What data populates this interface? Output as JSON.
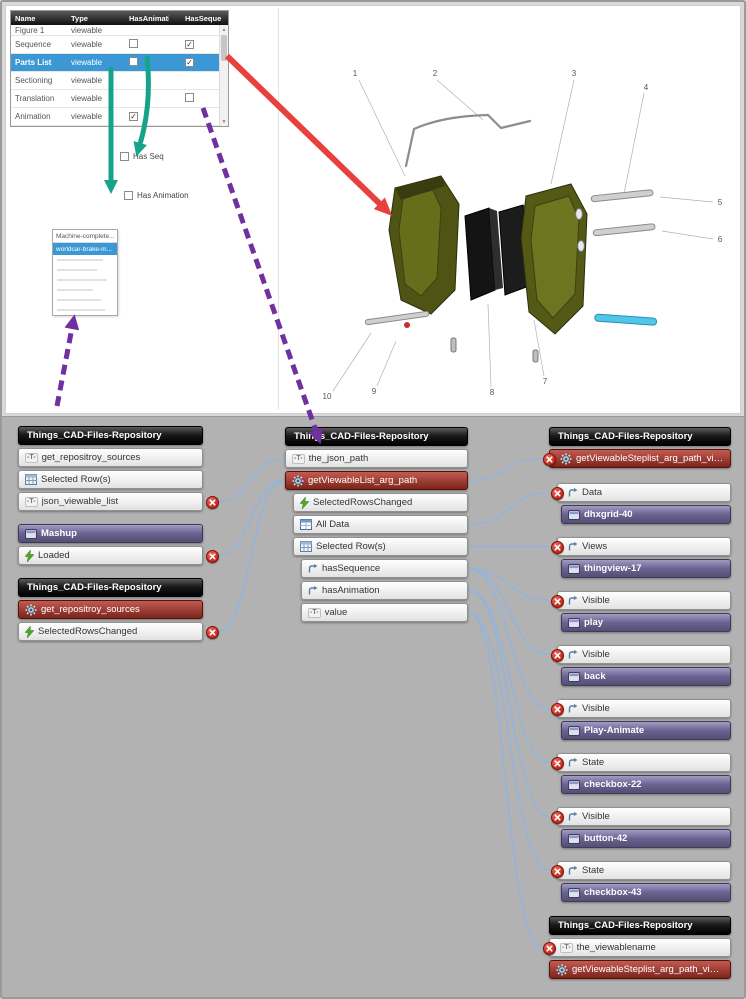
{
  "table": {
    "columns": [
      "Name",
      "Type",
      "HasAnimation",
      "HasSequence"
    ],
    "rows": [
      {
        "name": "Figure 1",
        "type": "viewable",
        "hasAnimation": "none",
        "hasSequence": "none",
        "selected": false,
        "clipped": true
      },
      {
        "name": "Sequence",
        "type": "viewable",
        "hasAnimation": "unchecked",
        "hasSequence": "checked",
        "selected": false
      },
      {
        "name": "Parts List",
        "type": "viewable",
        "hasAnimation": "unchecked",
        "hasSequence": "checked",
        "selected": true
      },
      {
        "name": "Sectioning",
        "type": "viewable",
        "hasAnimation": "none",
        "hasSequence": "none",
        "selected": false
      },
      {
        "name": "Translation",
        "type": "viewable",
        "hasAnimation": "none",
        "hasSequence": "unchecked",
        "selected": false
      },
      {
        "name": "Animation",
        "type": "viewable",
        "hasAnimation": "checked",
        "hasSequence": "none",
        "selected": false
      }
    ]
  },
  "checkboxes": [
    {
      "label": "Has Seq",
      "checked": false
    },
    {
      "label": "Has Animation",
      "checked": false
    }
  ],
  "picker": {
    "header": "Machine-complete...",
    "selected_item": "worldcar-brake-m...",
    "ghost_rows": 6
  },
  "cad": {
    "callouts": [
      "1",
      "2",
      "3",
      "4",
      "5",
      "6",
      "7",
      "8",
      "9",
      "10"
    ]
  },
  "colors": {
    "selection_blue": "#3b98d5",
    "arrow_red": "#e8403c",
    "arrow_teal": "#16a38a",
    "arrow_purple": "#7030a0",
    "wire_blue": "#8ab4e8",
    "service_red": "#8a2e26",
    "widget_purple": "#6b6292"
  },
  "bindings": {
    "left": [
      {
        "kind": "header",
        "style": "header",
        "label": "Things_CAD-Files-Repository",
        "key": "L0"
      },
      {
        "kind": "item",
        "style": "white",
        "icon": "text",
        "label": "get_repositroy_sources",
        "key": "L1"
      },
      {
        "kind": "item",
        "style": "white",
        "icon": "grid",
        "label": "Selected Row(s)",
        "key": "L2"
      },
      {
        "kind": "item",
        "style": "white",
        "icon": "text",
        "label": "json_viewable_list",
        "xRight": true,
        "key": "L3"
      },
      {
        "kind": "gap",
        "h": 10
      },
      {
        "kind": "item",
        "style": "purple",
        "icon": "widget",
        "label": "Mashup",
        "key": "L4"
      },
      {
        "kind": "item",
        "style": "white",
        "icon": "lightning",
        "label": "Loaded",
        "xRight": true,
        "key": "L5"
      },
      {
        "kind": "gap",
        "h": 10
      },
      {
        "kind": "header",
        "style": "header",
        "label": "Things_CAD-Files-Repository",
        "key": "L6"
      },
      {
        "kind": "item",
        "style": "red",
        "icon": "gear",
        "label": "get_repositroy_sources",
        "key": "L7"
      },
      {
        "kind": "item",
        "style": "white",
        "icon": "lightning",
        "label": "SelectedRowsChanged",
        "xRight": true,
        "key": "L8"
      }
    ],
    "middle": [
      {
        "kind": "header",
        "style": "header",
        "label": "Things_CAD-Files-Repository",
        "key": "M0"
      },
      {
        "kind": "item",
        "style": "white",
        "icon": "text",
        "label": "the_json_path",
        "key": "M1"
      },
      {
        "kind": "item",
        "style": "red",
        "icon": "gear",
        "label": "getViewableList_arg_path",
        "key": "M2"
      },
      {
        "kind": "item",
        "style": "white",
        "icon": "lightning",
        "label": "SelectedRowsChanged",
        "indent": 8,
        "key": "M3"
      },
      {
        "kind": "item",
        "style": "white",
        "icon": "alldata",
        "label": "All Data",
        "indent": 8,
        "key": "M4"
      },
      {
        "kind": "item",
        "style": "white",
        "icon": "grid",
        "label": "Selected Row(s)",
        "indent": 8,
        "key": "M5"
      },
      {
        "kind": "item",
        "style": "white",
        "icon": "prop",
        "label": "hasSequence",
        "indent": 16,
        "key": "M6"
      },
      {
        "kind": "item",
        "style": "white",
        "icon": "prop",
        "label": "hasAnimation",
        "indent": 16,
        "key": "M7"
      },
      {
        "kind": "item",
        "style": "white",
        "icon": "text",
        "label": "value",
        "indent": 16,
        "key": "M8"
      }
    ],
    "right": [
      {
        "kind": "header",
        "style": "header",
        "label": "Things_CAD-Files-Repository",
        "key": "R0"
      },
      {
        "kind": "item",
        "style": "red",
        "icon": "gear",
        "label": "getViewableSteplist_arg_path_viewa...",
        "xLeft": true,
        "key": "R1"
      },
      {
        "kind": "gap",
        "h": 12
      },
      {
        "kind": "item",
        "style": "white",
        "icon": "prop",
        "label": "Data",
        "xLeft": true,
        "indent": 8,
        "key": "R2"
      },
      {
        "kind": "item",
        "style": "purple",
        "icon": "widget",
        "label": "dhxgrid-40",
        "indent": 12,
        "key": "R3"
      },
      {
        "kind": "gap",
        "h": 10
      },
      {
        "kind": "item",
        "style": "white",
        "icon": "prop",
        "label": "Views",
        "xLeft": true,
        "indent": 8,
        "key": "R4"
      },
      {
        "kind": "item",
        "style": "purple",
        "icon": "widget",
        "label": "thingview-17",
        "indent": 12,
        "key": "R5"
      },
      {
        "kind": "gap",
        "h": 10
      },
      {
        "kind": "item",
        "style": "white",
        "icon": "prop",
        "label": "Visible",
        "xLeft": true,
        "indent": 8,
        "key": "R6"
      },
      {
        "kind": "item",
        "style": "purple",
        "icon": "widget",
        "label": "play",
        "indent": 12,
        "key": "R7"
      },
      {
        "kind": "gap",
        "h": 10
      },
      {
        "kind": "item",
        "style": "white",
        "icon": "prop",
        "label": "Visible",
        "xLeft": true,
        "indent": 8,
        "key": "R8"
      },
      {
        "kind": "item",
        "style": "purple",
        "icon": "widget",
        "label": "back",
        "indent": 12,
        "key": "R9"
      },
      {
        "kind": "gap",
        "h": 10
      },
      {
        "kind": "item",
        "style": "white",
        "icon": "prop",
        "label": "Visible",
        "xLeft": true,
        "indent": 8,
        "key": "R10"
      },
      {
        "kind": "item",
        "style": "purple",
        "icon": "widget",
        "label": "Play-Animate",
        "indent": 12,
        "key": "R11"
      },
      {
        "kind": "gap",
        "h": 10
      },
      {
        "kind": "item",
        "style": "white",
        "icon": "prop",
        "label": "State",
        "xLeft": true,
        "indent": 8,
        "key": "R12"
      },
      {
        "kind": "item",
        "style": "purple",
        "icon": "widget",
        "label": "checkbox-22",
        "indent": 12,
        "key": "R13"
      },
      {
        "kind": "gap",
        "h": 10
      },
      {
        "kind": "item",
        "style": "white",
        "icon": "prop",
        "label": "Visible",
        "xLeft": true,
        "indent": 8,
        "key": "R14"
      },
      {
        "kind": "item",
        "style": "purple",
        "icon": "widget",
        "label": "button-42",
        "indent": 12,
        "key": "R15"
      },
      {
        "kind": "gap",
        "h": 10
      },
      {
        "kind": "item",
        "style": "white",
        "icon": "prop",
        "label": "State",
        "xLeft": true,
        "indent": 8,
        "key": "R16"
      },
      {
        "kind": "item",
        "style": "purple",
        "icon": "widget",
        "label": "checkbox-43",
        "indent": 12,
        "key": "R17"
      },
      {
        "kind": "gap",
        "h": 11
      },
      {
        "kind": "header",
        "style": "header",
        "label": "Things_CAD-Files-Repository",
        "key": "R18"
      },
      {
        "kind": "item",
        "style": "white",
        "icon": "text",
        "label": "the_viewablename",
        "xLeft": true,
        "key": "R19"
      },
      {
        "kind": "item",
        "style": "red",
        "icon": "gear",
        "label": "getViewableSteplist_arg_path_viewa...",
        "key": "R20"
      }
    ],
    "connections": [
      {
        "from": "L3",
        "to": "M1"
      },
      {
        "from": "L5",
        "to": "M2"
      },
      {
        "from": "L8",
        "to": "M2"
      },
      {
        "from": "M2",
        "to": "R1"
      },
      {
        "from": "M4",
        "to": "R2"
      },
      {
        "from": "M5",
        "to": "R4"
      },
      {
        "from": "M6",
        "to": "R6"
      },
      {
        "from": "M6",
        "to": "R8"
      },
      {
        "from": "M6",
        "to": "R10"
      },
      {
        "from": "M7",
        "to": "R12"
      },
      {
        "from": "M7",
        "to": "R14"
      },
      {
        "from": "M8",
        "to": "R16"
      },
      {
        "from": "M8",
        "to": "R19"
      }
    ]
  }
}
